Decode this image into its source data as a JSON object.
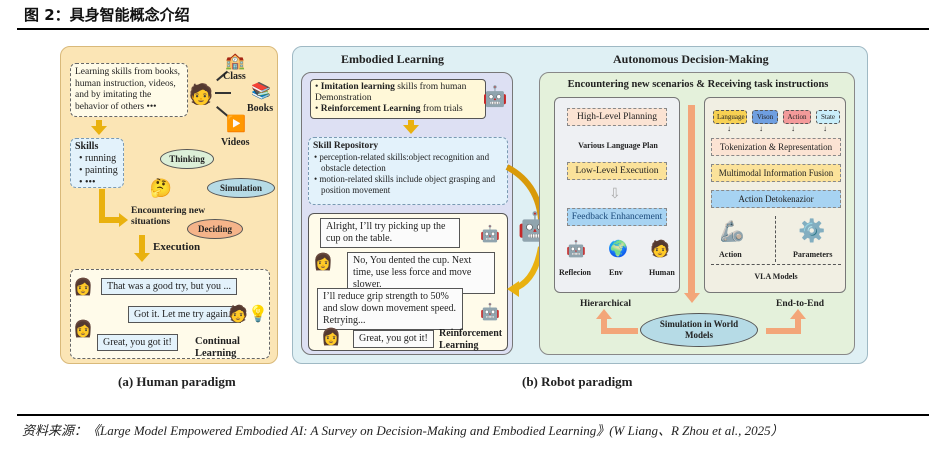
{
  "figure_title": "图 2：具身智能概念介绍",
  "human_paradigm": {
    "learning_text": "Learning skills from books, human instruction, videos, and by imitating the behavior of others •••",
    "sources": [
      {
        "label": "Class",
        "icon": "classroom-icon"
      },
      {
        "label": "Books",
        "icon": "books-icon"
      },
      {
        "label": "Videos",
        "icon": "videos-icon"
      }
    ],
    "skills_title": "Skills",
    "skills": [
      "running",
      "painting",
      "•••"
    ],
    "thinking": "Thinking",
    "simulation": "Simulation",
    "deciding": "Deciding",
    "encountering": "Encountering new situations",
    "execution": "Execution",
    "dialog": [
      {
        "text": "That was a good try, but you ...",
        "status": "wrong"
      },
      {
        "text": "Got it.  Let me try again...",
        "status": "learner"
      },
      {
        "text": "Great, you got it!",
        "status": "correct"
      }
    ],
    "continual_learning": "Continual Learning",
    "caption": "(a) Human paradigm"
  },
  "robot_paradigm": {
    "embodied_learning": {
      "title": "Embodied Learning",
      "methods": [
        {
          "bold": "Imitation learning",
          "rest": " skills from human Demonstration"
        },
        {
          "bold": "Reinforcement Learning",
          "rest": " from trials"
        }
      ],
      "skill_repo_title": "Skill Repository",
      "skill_repo_items": [
        "perception-related skills:object recognition and obstacle detection",
        "motion-related skills include object grasping and position movement"
      ],
      "dialog": [
        {
          "speaker": "robot",
          "text": "Alright, I’ll try picking up the cup on the table."
        },
        {
          "speaker": "human",
          "status": "wrong",
          "text": "No, You dented the cup. Next time, use less force and move slower."
        },
        {
          "speaker": "robot",
          "text": "I’ll reduce grip strength to 50% and slow down movement speed. Retrying..."
        },
        {
          "speaker": "human",
          "status": "correct",
          "text": "Great, you got it!"
        }
      ],
      "rl_label": "Reinforcement Learning"
    },
    "decision_making": {
      "title": "Autonomous Decision-Making",
      "subtitle": "Encountering new scenarios & Receiving task instructions",
      "hierarchical": {
        "high_level": "High-Level Planning",
        "plan_label": "Various Language Plan",
        "low_level": "Low-Level Execution",
        "feedback": "Feedback Enhancement",
        "feedback_sources": [
          "Reflecion",
          "Env",
          "Human"
        ],
        "label": "Hierarchical"
      },
      "end_to_end": {
        "inputs": [
          {
            "label": "Language",
            "color": "#f7d153"
          },
          {
            "label": "Vison",
            "color": "#6f9fe0"
          },
          {
            "label": "Action",
            "color": "#f39a9a"
          },
          {
            "label": "State",
            "color": "#c9eefa"
          }
        ],
        "tokenization": "Tokenization & Representation",
        "fusion": "Multimodal Information Fusion",
        "detokenizer": "Action Detokenazior",
        "outputs": [
          "Action",
          "Parameters"
        ],
        "vla": "VLA Models",
        "label": "End-to-End"
      },
      "world_model": "Simulation in World Models"
    },
    "caption": "(b) Robot paradigm"
  },
  "source": "资料来源：《Large Model Empowered Embodied AI: A Survey on Decision-Making and Embodied Learning》(W Liang、R Zhou et al., 2025）"
}
